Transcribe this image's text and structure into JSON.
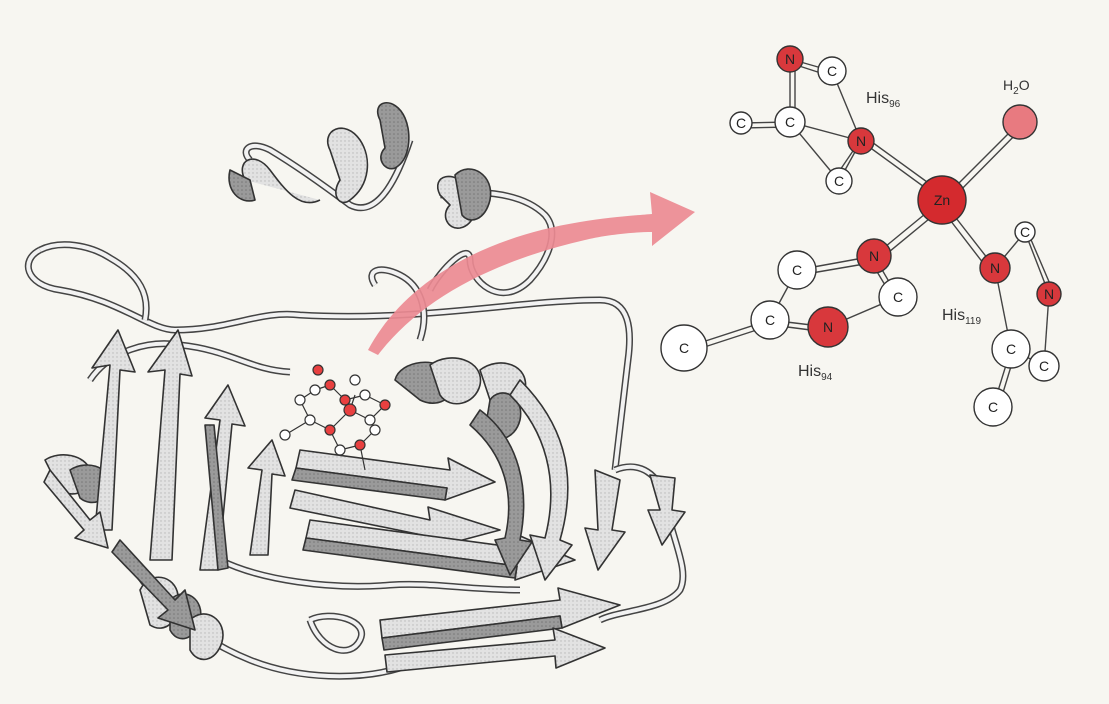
{
  "figure": {
    "residues": [
      {
        "name": "His",
        "number": "96"
      },
      {
        "name": "His",
        "number": "94"
      },
      {
        "name": "His",
        "number": "119"
      }
    ],
    "ligand": {
      "H": "H",
      "sub": "2",
      "O": "O"
    },
    "metal": "Zn",
    "atoms": {
      "N": "N",
      "C": "C"
    }
  },
  "colors": {
    "background": "#f7f6f1",
    "nitrogen": "#d8383c",
    "zinc": "#d42a2e",
    "water_oxygen": "#e87a80",
    "carbon": "#ffffff",
    "arrow": "#ec8a92",
    "ribbon_light": "#e4e4e4",
    "ribbon_dark": "#8a8a8a"
  }
}
